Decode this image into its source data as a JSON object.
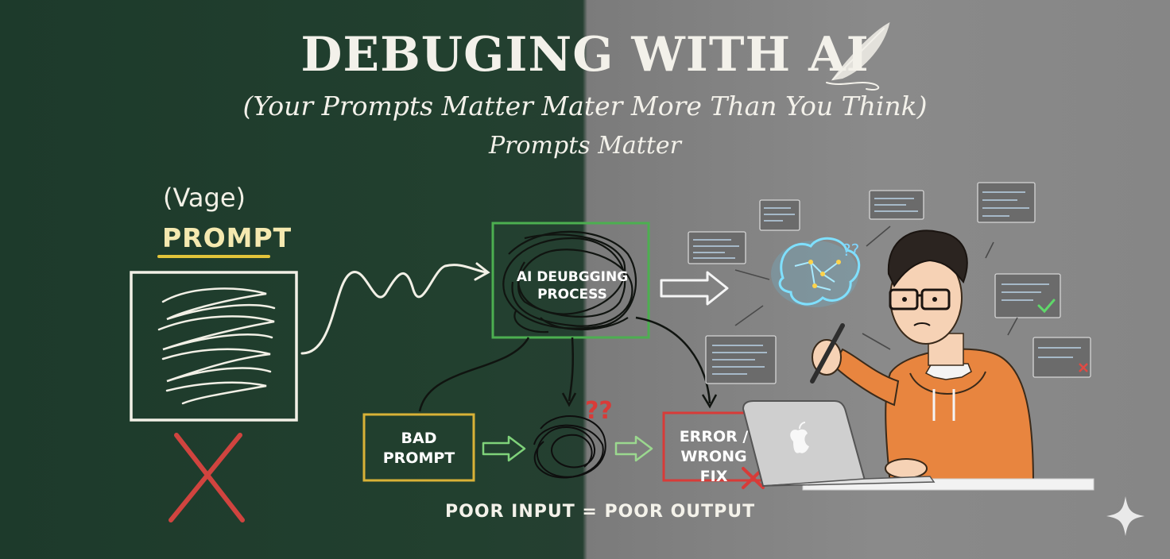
{
  "title": "DEBUGING WITH AI",
  "subtitle": "(Your Prompts Matter Mater More Than You Think)",
  "subtitle2": "Prompts Matter",
  "left": {
    "vague_label": "(Vage)",
    "prompt_label": "PROMPT"
  },
  "process_label": "AI DEUBGGING PROCESS",
  "bad_prompt_label": "BAD PROMPT",
  "error_label": "ERROR / WRONG FIX",
  "question_marks": "??",
  "footer": "POOR INPUT = POOR OUTPUT",
  "colors": {
    "chalkboard": "#22402f",
    "gray_panel": "#868686",
    "underline": "#e2c43a",
    "cross": "#d0443f",
    "process_box": "#4caf50",
    "bad_box": "#d9b237",
    "error_box": "#d83b38",
    "hoodie": "#e8853f",
    "brain_glow": "#5fd0ff"
  },
  "icons": [
    "feather-icon",
    "apple-logo-icon",
    "sparkle-icon",
    "check-icon",
    "x-mark-icon"
  ]
}
